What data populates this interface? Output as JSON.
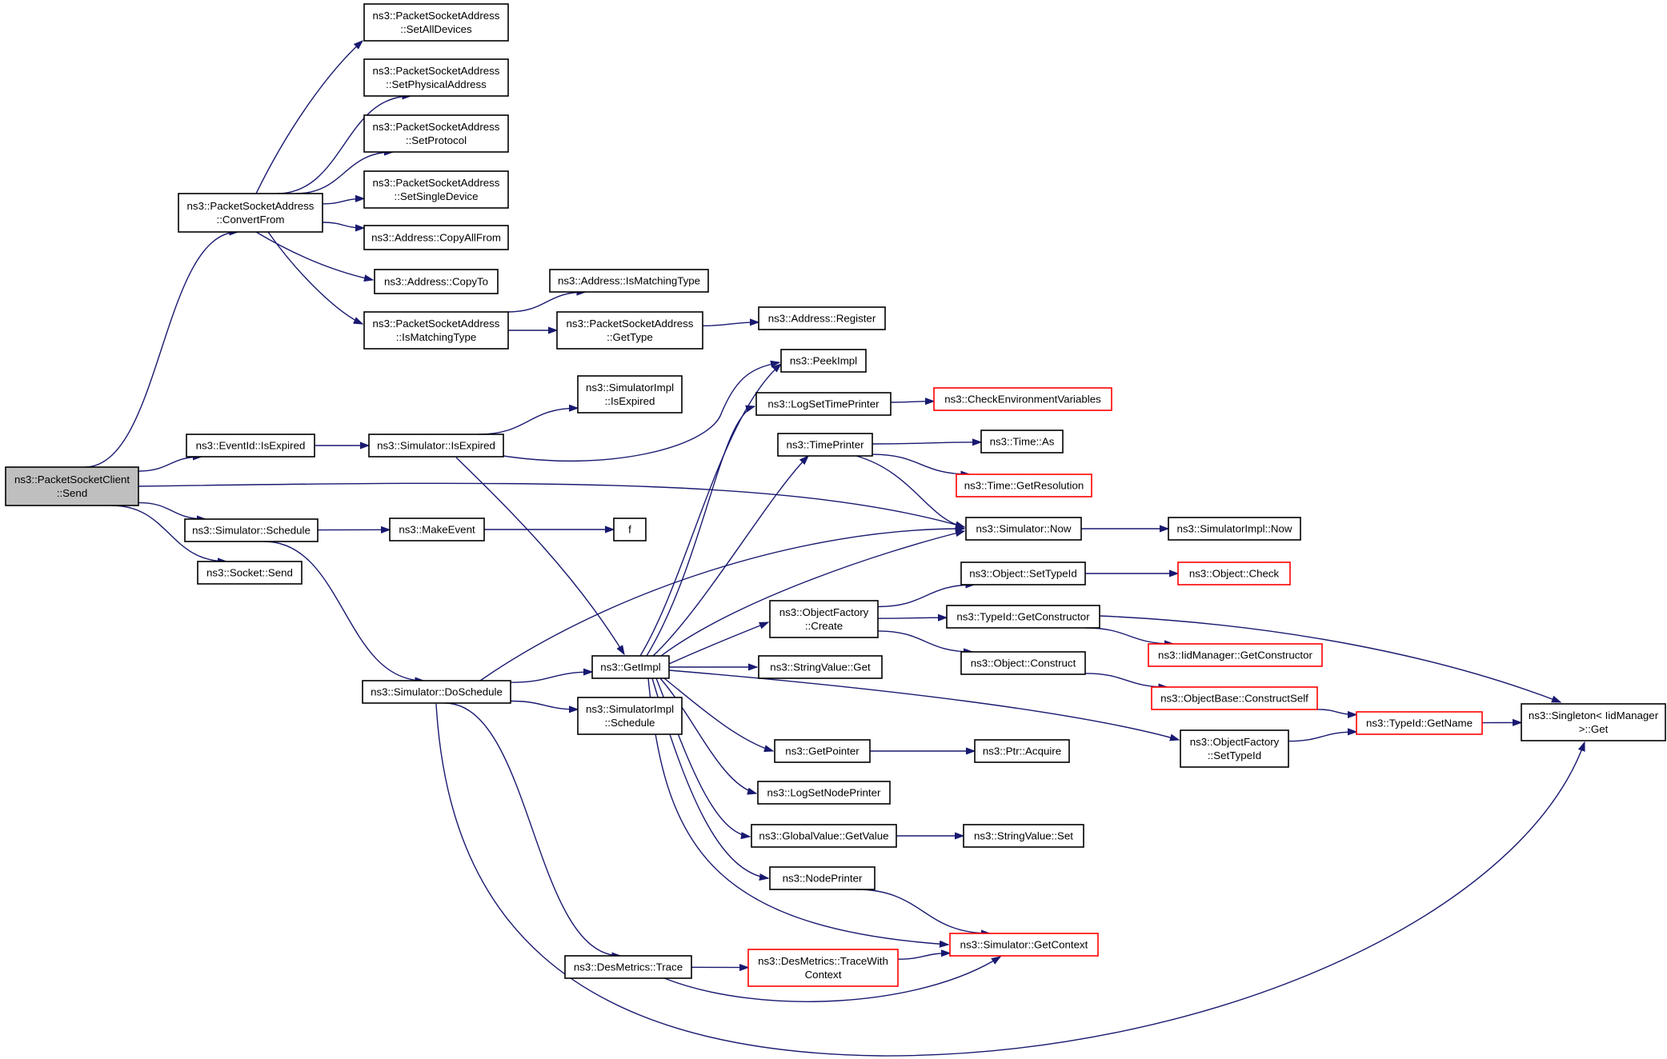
{
  "graph": {
    "title": "",
    "colors": {
      "edge": "#191970",
      "node_border": "#000000",
      "truncated_border": "#ff0000",
      "root_fill": "#bfbfbf"
    },
    "nodes": [
      {
        "id": "send",
        "lines": [
          "ns3::PacketSocketClient",
          "::Send"
        ],
        "style": "root"
      },
      {
        "id": "convertfrom",
        "lines": [
          "ns3::PacketSocketAddress",
          "::ConvertFrom"
        ],
        "style": "normal"
      },
      {
        "id": "setalldevices",
        "lines": [
          "ns3::PacketSocketAddress",
          "::SetAllDevices"
        ],
        "style": "normal"
      },
      {
        "id": "setphysaddr",
        "lines": [
          "ns3::PacketSocketAddress",
          "::SetPhysicalAddress"
        ],
        "style": "normal"
      },
      {
        "id": "setprotocol",
        "lines": [
          "ns3::PacketSocketAddress",
          "::SetProtocol"
        ],
        "style": "normal"
      },
      {
        "id": "setsingledevice",
        "lines": [
          "ns3::PacketSocketAddress",
          "::SetSingleDevice"
        ],
        "style": "normal"
      },
      {
        "id": "copyallfrom",
        "lines": [
          "ns3::Address::CopyAllFrom"
        ],
        "style": "normal"
      },
      {
        "id": "copyto",
        "lines": [
          "ns3::Address::CopyTo"
        ],
        "style": "normal"
      },
      {
        "id": "psa_ismatching",
        "lines": [
          "ns3::PacketSocketAddress",
          "::IsMatchingType"
        ],
        "style": "normal"
      },
      {
        "id": "addr_ismatching",
        "lines": [
          "ns3::Address::IsMatchingType"
        ],
        "style": "normal"
      },
      {
        "id": "psa_gettype",
        "lines": [
          "ns3::PacketSocketAddress",
          "::GetType"
        ],
        "style": "normal"
      },
      {
        "id": "addr_register",
        "lines": [
          "ns3::Address::Register"
        ],
        "style": "normal"
      },
      {
        "id": "eventid_isexpired",
        "lines": [
          "ns3::EventId::IsExpired"
        ],
        "style": "normal"
      },
      {
        "id": "sim_isexpired",
        "lines": [
          "ns3::Simulator::IsExpired"
        ],
        "style": "normal"
      },
      {
        "id": "simimpl_isexpired",
        "lines": [
          "ns3::SimulatorImpl",
          "::IsExpired"
        ],
        "style": "normal"
      },
      {
        "id": "sim_schedule",
        "lines": [
          "ns3::Simulator::Schedule"
        ],
        "style": "normal"
      },
      {
        "id": "makeevent",
        "lines": [
          "ns3::MakeEvent"
        ],
        "style": "normal"
      },
      {
        "id": "f",
        "lines": [
          "f"
        ],
        "style": "normal"
      },
      {
        "id": "socket_send",
        "lines": [
          "ns3::Socket::Send"
        ],
        "style": "normal"
      },
      {
        "id": "doschedule",
        "lines": [
          "ns3::Simulator::DoSchedule"
        ],
        "style": "normal"
      },
      {
        "id": "getimpl",
        "lines": [
          "ns3::GetImpl"
        ],
        "style": "normal"
      },
      {
        "id": "simimpl_schedule",
        "lines": [
          "ns3::SimulatorImpl",
          "::Schedule"
        ],
        "style": "normal"
      },
      {
        "id": "desmetrics_trace",
        "lines": [
          "ns3::DesMetrics::Trace"
        ],
        "style": "normal"
      },
      {
        "id": "tracewithcontext",
        "lines": [
          "ns3::DesMetrics::TraceWith",
          "Context"
        ],
        "style": "truncated"
      },
      {
        "id": "peekimpl",
        "lines": [
          "ns3::PeekImpl"
        ],
        "style": "normal"
      },
      {
        "id": "logsettimeprinter",
        "lines": [
          "ns3::LogSetTimePrinter"
        ],
        "style": "normal"
      },
      {
        "id": "checkenv",
        "lines": [
          "ns3::CheckEnvironmentVariables"
        ],
        "style": "truncated"
      },
      {
        "id": "timeprinter",
        "lines": [
          "ns3::TimePrinter"
        ],
        "style": "normal"
      },
      {
        "id": "time_as",
        "lines": [
          "ns3::Time::As"
        ],
        "style": "normal"
      },
      {
        "id": "time_getres",
        "lines": [
          "ns3::Time::GetResolution"
        ],
        "style": "truncated"
      },
      {
        "id": "sim_now",
        "lines": [
          "ns3::Simulator::Now"
        ],
        "style": "normal"
      },
      {
        "id": "simimpl_now",
        "lines": [
          "ns3::SimulatorImpl::Now"
        ],
        "style": "normal"
      },
      {
        "id": "objfactory_create",
        "lines": [
          "ns3::ObjectFactory",
          "::Create"
        ],
        "style": "normal"
      },
      {
        "id": "object_settypeid",
        "lines": [
          "ns3::Object::SetTypeId"
        ],
        "style": "normal"
      },
      {
        "id": "object_check",
        "lines": [
          "ns3::Object::Check"
        ],
        "style": "truncated"
      },
      {
        "id": "typeid_getctor",
        "lines": [
          "ns3::TypeId::GetConstructor"
        ],
        "style": "normal"
      },
      {
        "id": "iidmgr_getctor",
        "lines": [
          "ns3::IidManager::GetConstructor"
        ],
        "style": "truncated"
      },
      {
        "id": "object_construct",
        "lines": [
          "ns3::Object::Construct"
        ],
        "style": "normal"
      },
      {
        "id": "constructself",
        "lines": [
          "ns3::ObjectBase::ConstructSelf"
        ],
        "style": "truncated"
      },
      {
        "id": "typeid_getname",
        "lines": [
          "ns3::TypeId::GetName"
        ],
        "style": "truncated"
      },
      {
        "id": "singleton_get",
        "lines": [
          "ns3::Singleton< IidManager",
          ">::Get"
        ],
        "style": "normal"
      },
      {
        "id": "stringvalue_get",
        "lines": [
          "ns3::StringValue::Get"
        ],
        "style": "normal"
      },
      {
        "id": "objfactory_settypeid",
        "lines": [
          "ns3::ObjectFactory",
          "::SetTypeId"
        ],
        "style": "normal"
      },
      {
        "id": "getpointer",
        "lines": [
          "ns3::GetPointer"
        ],
        "style": "normal"
      },
      {
        "id": "ptr_acquire",
        "lines": [
          "ns3::Ptr::Acquire"
        ],
        "style": "normal"
      },
      {
        "id": "logsetnodeprinter",
        "lines": [
          "ns3::LogSetNodePrinter"
        ],
        "style": "normal"
      },
      {
        "id": "globalvalue_getvalue",
        "lines": [
          "ns3::GlobalValue::GetValue"
        ],
        "style": "normal"
      },
      {
        "id": "stringvalue_set",
        "lines": [
          "ns3::StringValue::Set"
        ],
        "style": "normal"
      },
      {
        "id": "nodeprinter",
        "lines": [
          "ns3::NodePrinter"
        ],
        "style": "normal"
      },
      {
        "id": "sim_getcontext",
        "lines": [
          "ns3::Simulator::GetContext"
        ],
        "style": "truncated"
      }
    ],
    "edges": [
      [
        "send",
        "convertfrom"
      ],
      [
        "send",
        "eventid_isexpired"
      ],
      [
        "send",
        "sim_now"
      ],
      [
        "send",
        "sim_schedule"
      ],
      [
        "send",
        "socket_send"
      ],
      [
        "convertfrom",
        "setalldevices"
      ],
      [
        "convertfrom",
        "setphysaddr"
      ],
      [
        "convertfrom",
        "setprotocol"
      ],
      [
        "convertfrom",
        "setsingledevice"
      ],
      [
        "convertfrom",
        "copyallfrom"
      ],
      [
        "convertfrom",
        "copyto"
      ],
      [
        "convertfrom",
        "psa_ismatching"
      ],
      [
        "psa_ismatching",
        "addr_ismatching"
      ],
      [
        "psa_ismatching",
        "psa_gettype"
      ],
      [
        "psa_gettype",
        "addr_register"
      ],
      [
        "eventid_isexpired",
        "sim_isexpired"
      ],
      [
        "sim_isexpired",
        "simimpl_isexpired"
      ],
      [
        "sim_isexpired",
        "peekimpl"
      ],
      [
        "sim_isexpired",
        "getimpl"
      ],
      [
        "sim_schedule",
        "makeevent"
      ],
      [
        "sim_schedule",
        "doschedule"
      ],
      [
        "makeevent",
        "f"
      ],
      [
        "doschedule",
        "getimpl"
      ],
      [
        "doschedule",
        "sim_now"
      ],
      [
        "doschedule",
        "simimpl_schedule"
      ],
      [
        "doschedule",
        "desmetrics_trace"
      ],
      [
        "doschedule",
        "singleton_get"
      ],
      [
        "getimpl",
        "peekimpl"
      ],
      [
        "getimpl",
        "logsettimeprinter"
      ],
      [
        "getimpl",
        "timeprinter"
      ],
      [
        "getimpl",
        "sim_now"
      ],
      [
        "getimpl",
        "objfactory_create"
      ],
      [
        "getimpl",
        "stringvalue_get"
      ],
      [
        "getimpl",
        "objfactory_settypeid"
      ],
      [
        "getimpl",
        "getpointer"
      ],
      [
        "getimpl",
        "logsetnodeprinter"
      ],
      [
        "getimpl",
        "globalvalue_getvalue"
      ],
      [
        "getimpl",
        "nodeprinter"
      ],
      [
        "getimpl",
        "sim_getcontext"
      ],
      [
        "logsettimeprinter",
        "checkenv"
      ],
      [
        "timeprinter",
        "time_as"
      ],
      [
        "timeprinter",
        "time_getres"
      ],
      [
        "timeprinter",
        "sim_now"
      ],
      [
        "sim_now",
        "simimpl_now"
      ],
      [
        "objfactory_create",
        "object_settypeid"
      ],
      [
        "objfactory_create",
        "typeid_getctor"
      ],
      [
        "objfactory_create",
        "object_construct"
      ],
      [
        "object_settypeid",
        "object_check"
      ],
      [
        "typeid_getctor",
        "iidmgr_getctor"
      ],
      [
        "typeid_getctor",
        "singleton_get"
      ],
      [
        "object_construct",
        "constructself"
      ],
      [
        "constructself",
        "typeid_getname"
      ],
      [
        "objfactory_settypeid",
        "typeid_getname"
      ],
      [
        "typeid_getname",
        "singleton_get"
      ],
      [
        "getpointer",
        "ptr_acquire"
      ],
      [
        "globalvalue_getvalue",
        "stringvalue_set"
      ],
      [
        "nodeprinter",
        "sim_getcontext"
      ],
      [
        "desmetrics_trace",
        "tracewithcontext"
      ],
      [
        "desmetrics_trace",
        "sim_getcontext"
      ],
      [
        "tracewithcontext",
        "sim_getcontext"
      ]
    ]
  }
}
